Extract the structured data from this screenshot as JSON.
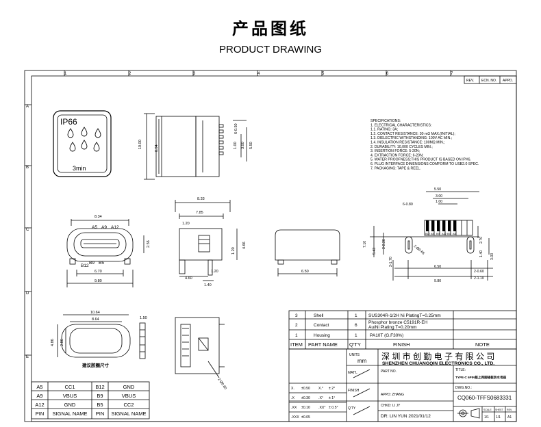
{
  "header": {
    "title_cn": "产品图纸",
    "title_en": "PRODUCT DRAWING"
  },
  "frame": {
    "col_numbers": [
      "1",
      "2",
      "3",
      "4",
      "5",
      "6",
      "7"
    ],
    "row_letters": [
      "A",
      "B",
      "C",
      "D",
      "E"
    ],
    "revision_headers": [
      "REV.",
      "ECN. NO.",
      "APPD."
    ]
  },
  "ip_badge": {
    "rating": "IP66",
    "time": "3min"
  },
  "specifications": [
    "SPECIFICATIONS:",
    "1. ELECTRICAL CHARACTERISTICS:",
    "  1.1. RATING: 3A;",
    "  1.2. CONTACT RESISTANCE: 30 mΩ MAX.(INITIAL);",
    "  1.3. DIELECTRIC WITHSTANDING: 100V AC MIN.;",
    "  1.4. INSULATION RESISTANCE: 100MΩ MIN.;",
    "2. DURABILITY: 10,000 CYCLES MIN.;",
    "3. INSERTION FORCE: 5-20N;",
    "4. EXTRACTION FORCE: 6-20N;",
    "5. WATER PROOFNESS:THIS PRODUCT IS BASED ON IPX6.",
    "6. PLUG INTERFACE DIMENSIONS COMFORM TO USB2.0 SPEC.",
    "7. PACKAGING: TAPE & REEL."
  ],
  "dims": {
    "side_h1": "10.00",
    "side_h2": "8.94",
    "pitch_050": "6-0.50",
    "stack_100": "1.00",
    "stack_300": "3.00",
    "stack_550": "5.50",
    "front_w1": "8.34",
    "front_h": "2.56",
    "front_w2": "6.70",
    "front_w3": "9.80",
    "pin_a5": "A5",
    "pin_a9": "A9",
    "pin_a12": "A12",
    "pin_b12": "B12",
    "pin_b9": "B9",
    "pin_b5": "B5",
    "mid_833": "8.33",
    "mid_785": "7.85",
    "mid_120a": "1.20",
    "mid_466": "4.66",
    "mid_120b": "1.20",
    "mid_120c": "1.20",
    "mid_460": "4.60",
    "mid_140": "1.40",
    "rear_650": "6.50",
    "fp_550": "5.50",
    "fp_300": "3.00",
    "fp_100": "1.00",
    "fp_608": "6-0.80",
    "fp_710": "7.10",
    "fp_543": "5.43",
    "fp_220": "2-2.20",
    "fp_170": "2-1.70",
    "fp_065": "2-Ø0.65",
    "fp_270": "2.70",
    "fp_140": "1.40",
    "fp_300v": "3.00",
    "fp_650": "6.50",
    "fp_980": "9.80",
    "fp_060": "2-0.60",
    "fp_110": "2-1.10",
    "fp_pins": [
      "B12",
      "A9",
      "B9",
      "A12",
      "B5",
      "A5"
    ],
    "cut_1064": "10.64",
    "cut_864": "8.64",
    "cut_486": "4.86",
    "cut_286": "2.86",
    "cut_150": "1.50",
    "cut_080": "2-Ø0.80"
  },
  "cutout_caption": "建议胶圈尺寸",
  "pin_table": [
    [
      "A5",
      "CC1",
      "B12",
      "GND"
    ],
    [
      "A9",
      "VBUS",
      "B9",
      "VBUS"
    ],
    [
      "A12",
      "GND",
      "B5",
      "CC2"
    ],
    [
      "PIN",
      "SIGNAL NAME",
      "PIN",
      "SIGNAL NAME"
    ]
  ],
  "bom": {
    "rows": [
      {
        "item": "3",
        "part": "Shell",
        "qty": "1",
        "finish": "SUS304R-1/2H  Ni  PlatingT=0.25mm"
      },
      {
        "item": "2",
        "part": "Contact",
        "qty": "6",
        "finish": "Phosphor bronze C5191R-EH\nAu/Ni  Plating  T=0.20mm"
      },
      {
        "item": "1",
        "part": "Housing",
        "qty": "1",
        "finish": "PA10T (G.F30%)"
      }
    ],
    "header": {
      "item": "ITEM",
      "part": "PART  NAME",
      "qty": "Q'TY",
      "finish": "FINISH",
      "note": "NOTE"
    }
  },
  "title_block": {
    "units_label": "UNITS",
    "units_value": "mm",
    "company_cn": "深 圳 市 创 勤 电 子 有 限 公 司",
    "company_en": "SHENZHEN  CHUANGQIN  ELECTRONICS  CO., LTD.",
    "matl_label": "MAT'L",
    "finish_label": "FINISH",
    "qty_label": "Q'TY",
    "part_no_label": "PART  NO.",
    "title_label": "TITLE:",
    "title_value": "TYPE-C 6PIN板上两脚插板防水母座",
    "dwg_no_label": "DWG.NO.:",
    "dwg_no_value": "CQ060-TFFS0683331",
    "appd": "APPD:  ZHANG",
    "chkd": "CHKD:  LI JY",
    "dr": "DR:  LIN YUN  2021/01/12",
    "scale_label": "SCALE",
    "sheet_label": "SHEET",
    "rev_label": "REV.",
    "scale_value": "1/1",
    "sheet_value": "1/1",
    "rev_value": "A1",
    "tolerances": [
      [
        "X.",
        "±0.50",
        "X.°",
        "± 2°"
      ],
      [
        ".X",
        "±0.30",
        ".X°",
        "± 1°"
      ],
      [
        ".XX",
        "±0.10",
        ".XX°",
        "± 0.5°"
      ],
      [
        ".XXX",
        "±0.05",
        "",
        ""
      ]
    ]
  }
}
